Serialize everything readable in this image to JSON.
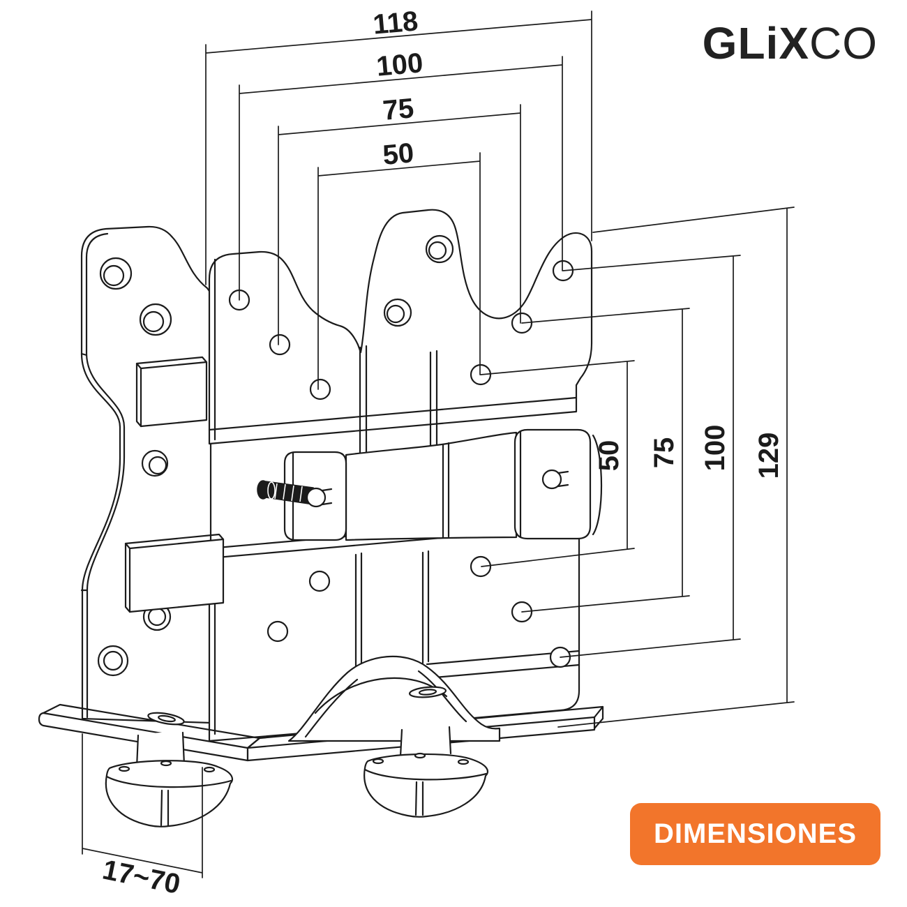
{
  "logo": {
    "bold": "GLiX",
    "light": "CO"
  },
  "badge": {
    "label": "DIMENSIONES",
    "bg_color": "#F2752B",
    "text_color": "#FFFFFF"
  },
  "dims": {
    "top": [
      "118",
      "100",
      "75",
      "50"
    ],
    "right": [
      "50",
      "75",
      "100",
      "129"
    ],
    "bottom": "17~70"
  },
  "drawing": {
    "figure": "vesa-adapter-bracket-with-clamp-and-thumbscrews",
    "line_color": "#1B1B1B",
    "units_shown": false
  }
}
